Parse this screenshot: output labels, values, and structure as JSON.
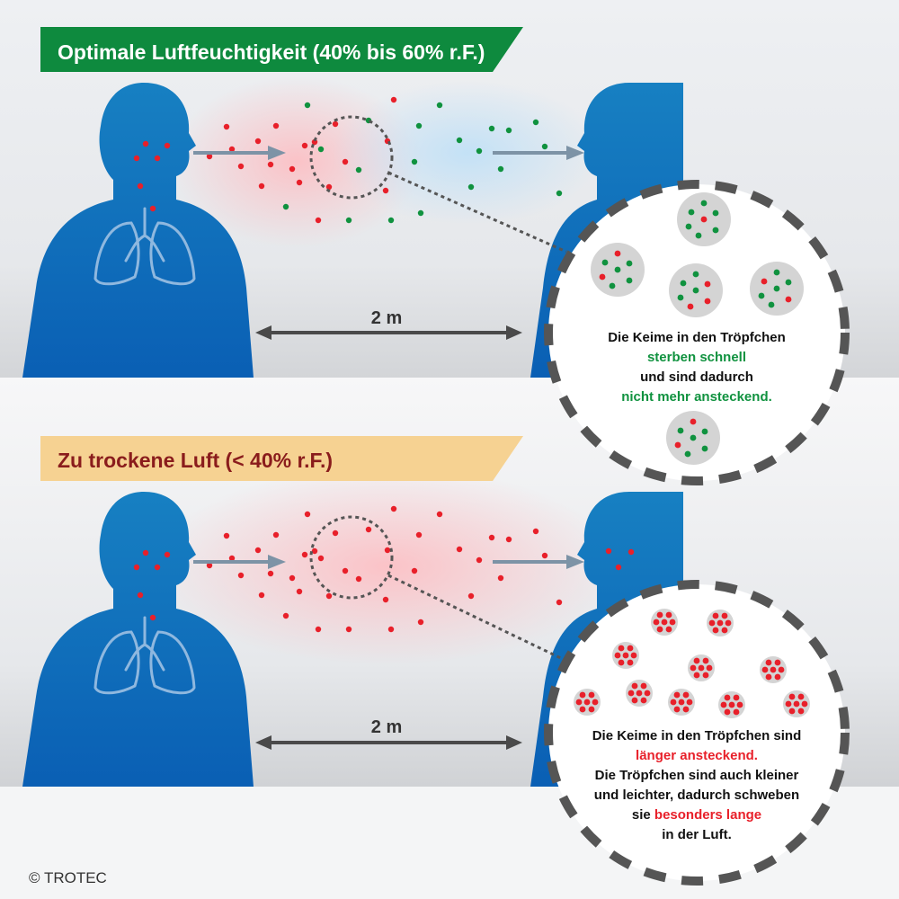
{
  "top_panel": {
    "banner": "Optimale Luftfeuchtigkeit (40% bis 60% r.F.)",
    "distance_label": "2 m",
    "zoom_text": {
      "line1": "Die Keime in den Tröpfchen",
      "line2": "sterben schnell",
      "line3": "und sind dadurch",
      "line4": "nicht mehr ansteckend."
    }
  },
  "bottom_panel": {
    "banner": "Zu trockene Luft (< 40% r.F.)",
    "distance_label": "2 m",
    "zoom_text": {
      "line1": "Die Keime in den Tröpfchen sind",
      "line2": "länger ansteckend.",
      "line3": "Die Tröpfchen sind auch kleiner",
      "line4": "und leichter, dadurch schweben",
      "line5a": "sie ",
      "line5b": "besonders lange",
      "line6": "in der Luft."
    }
  },
  "copyright": "© TROTEC",
  "colors": {
    "green_banner": "#0e8a3e",
    "tan_banner": "#f6d292",
    "dark_red_text": "#8a1c1c",
    "person_blue": "#1379c0",
    "germ_red": "#e8202a",
    "germ_green": "#10923f",
    "arrow": "#7d93a6"
  }
}
